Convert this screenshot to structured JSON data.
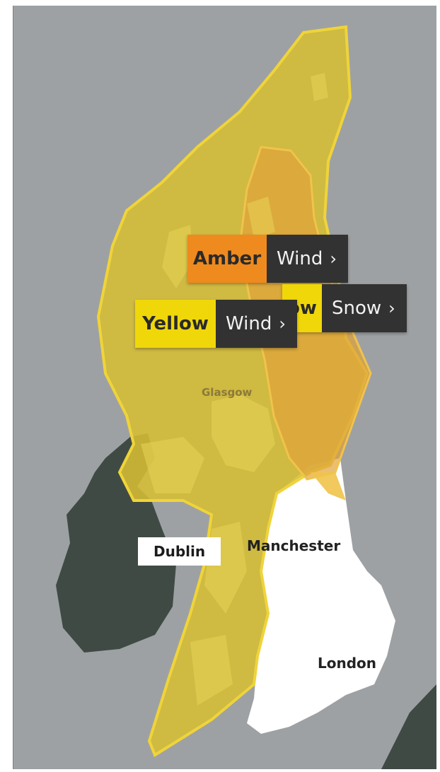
{
  "colors": {
    "sea": "#9ea1a3",
    "yellow_zone": "#d6bd34",
    "amber_zone": "#e0a33a",
    "ireland_land": "#3f4a44",
    "england_land": "#ffffff",
    "yellow_badge": "#f0d70a",
    "amber_badge": "#ef8a1e",
    "badge_dark": "#323232"
  },
  "warnings": [
    {
      "level": "Amber",
      "type": "Wind",
      "chevron": "›"
    },
    {
      "level": "Yellow",
      "type": "Snow",
      "level_visible": "ow",
      "chevron": "›"
    },
    {
      "level": "Yellow",
      "type": "Wind",
      "chevron": "›"
    }
  ],
  "cities": {
    "glasgow": "Glasgow",
    "dublin": "Dublin",
    "manchester": "Manchester",
    "london": "London"
  }
}
